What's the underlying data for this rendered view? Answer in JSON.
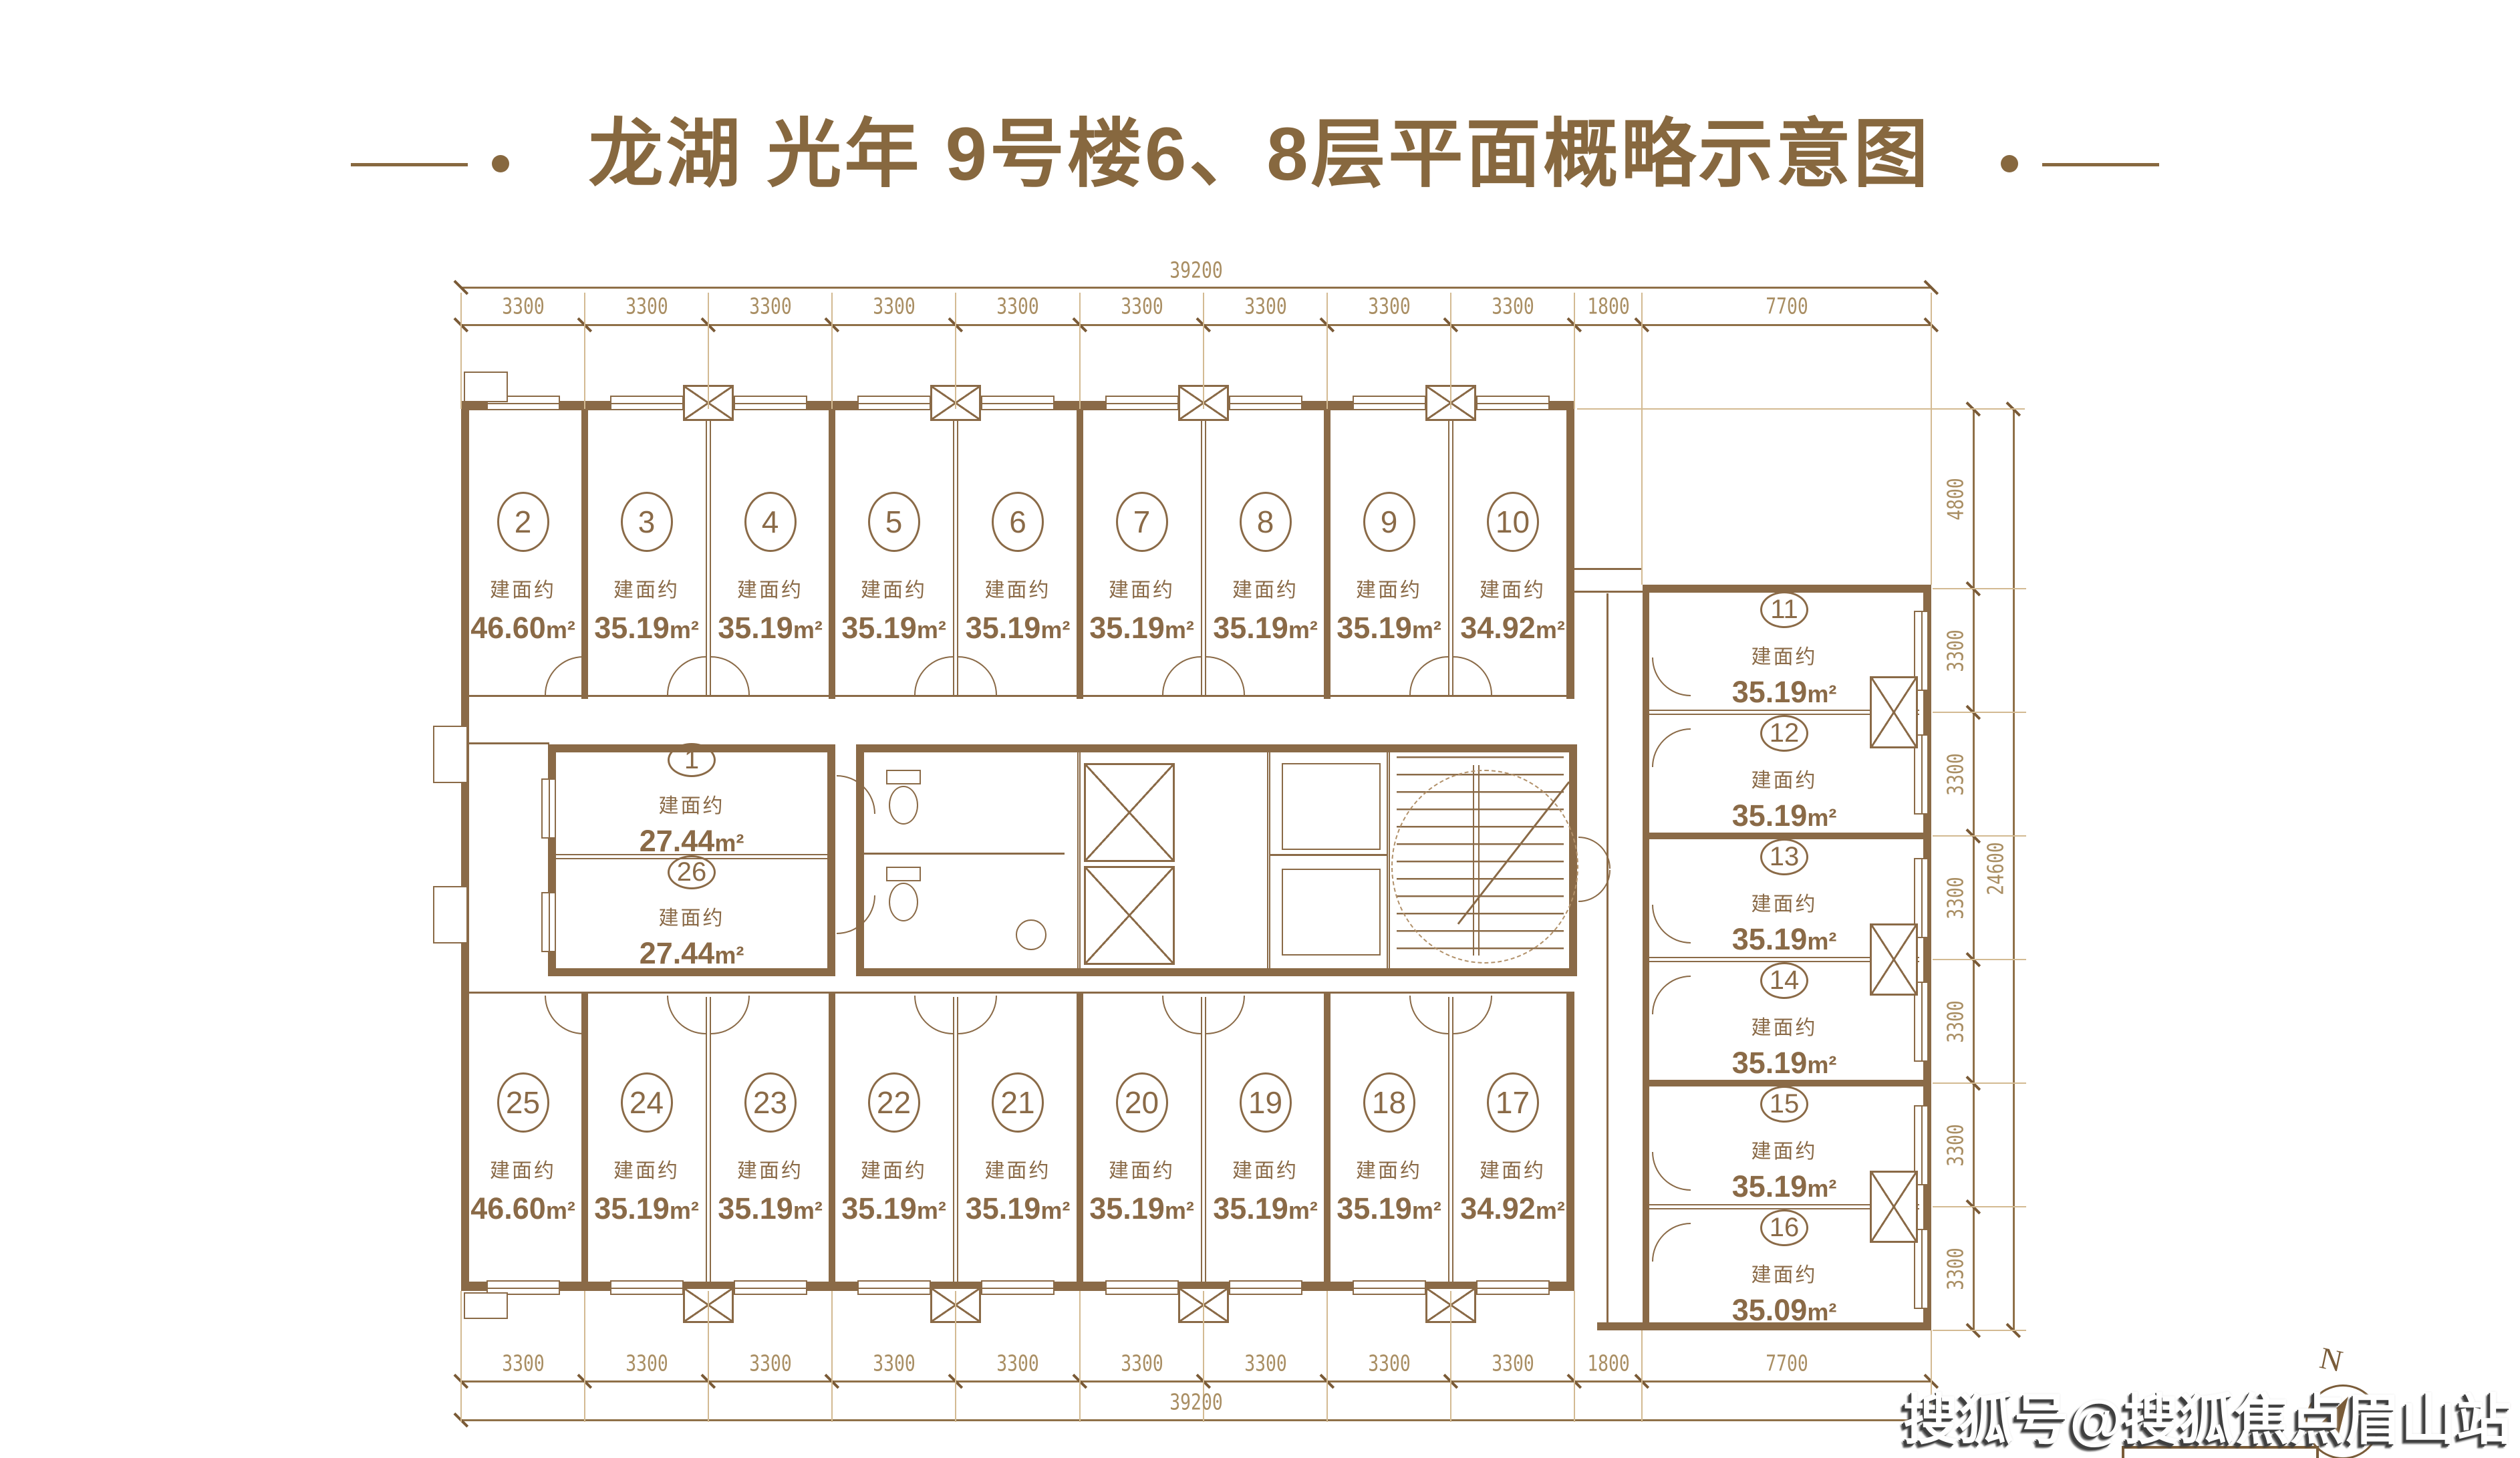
{
  "title": {
    "text": "龙湖 光年 9号楼6、8层平面概略示意图"
  },
  "labels": {
    "area_prefix": "建面约",
    "area_unit": "m²"
  },
  "units": {
    "top_row": [
      {
        "no": "2",
        "area": "46.60"
      },
      {
        "no": "3",
        "area": "35.19"
      },
      {
        "no": "4",
        "area": "35.19"
      },
      {
        "no": "5",
        "area": "35.19"
      },
      {
        "no": "6",
        "area": "35.19"
      },
      {
        "no": "7",
        "area": "35.19"
      },
      {
        "no": "8",
        "area": "35.19"
      },
      {
        "no": "9",
        "area": "35.19"
      },
      {
        "no": "10",
        "area": "34.92"
      }
    ],
    "middle_column": [
      {
        "no": "1",
        "area": "27.44"
      },
      {
        "no": "26",
        "area": "27.44"
      }
    ],
    "right_column": [
      {
        "no": "11",
        "area": "35.19"
      },
      {
        "no": "12",
        "area": "35.19"
      },
      {
        "no": "13",
        "area": "35.19"
      },
      {
        "no": "14",
        "area": "35.19"
      },
      {
        "no": "15",
        "area": "35.19"
      },
      {
        "no": "16",
        "area": "35.09"
      }
    ],
    "bottom_row": [
      {
        "no": "25",
        "area": "46.60"
      },
      {
        "no": "24",
        "area": "35.19"
      },
      {
        "no": "23",
        "area": "35.19"
      },
      {
        "no": "22",
        "area": "35.19"
      },
      {
        "no": "21",
        "area": "35.19"
      },
      {
        "no": "20",
        "area": "35.19"
      },
      {
        "no": "19",
        "area": "35.19"
      },
      {
        "no": "18",
        "area": "35.19"
      },
      {
        "no": "17",
        "area": "34.92"
      }
    ]
  },
  "dimensions": {
    "top": {
      "segments": [
        "3300",
        "3300",
        "3300",
        "3300",
        "3300",
        "3300",
        "3300",
        "3300",
        "3300",
        "1800",
        "7700"
      ],
      "total": "39200"
    },
    "bottom": {
      "segments": [
        "3300",
        "3300",
        "3300",
        "3300",
        "3300",
        "3300",
        "3300",
        "3300",
        "3300",
        "1800",
        "7700"
      ],
      "total": "39200"
    },
    "right": {
      "segments": [
        "4800",
        "3300",
        "3300",
        "3300",
        "3300",
        "3300",
        "3300"
      ],
      "total": "24600"
    }
  },
  "watermark": {
    "text": "搜狐号@搜狐焦点眉山站"
  },
  "compass": {
    "label": "N"
  },
  "colors": {
    "wall": "#8a6a47",
    "dim_text": "#a98e63",
    "title": "#87683f",
    "watermark_shadow": "#3f3f3f"
  }
}
